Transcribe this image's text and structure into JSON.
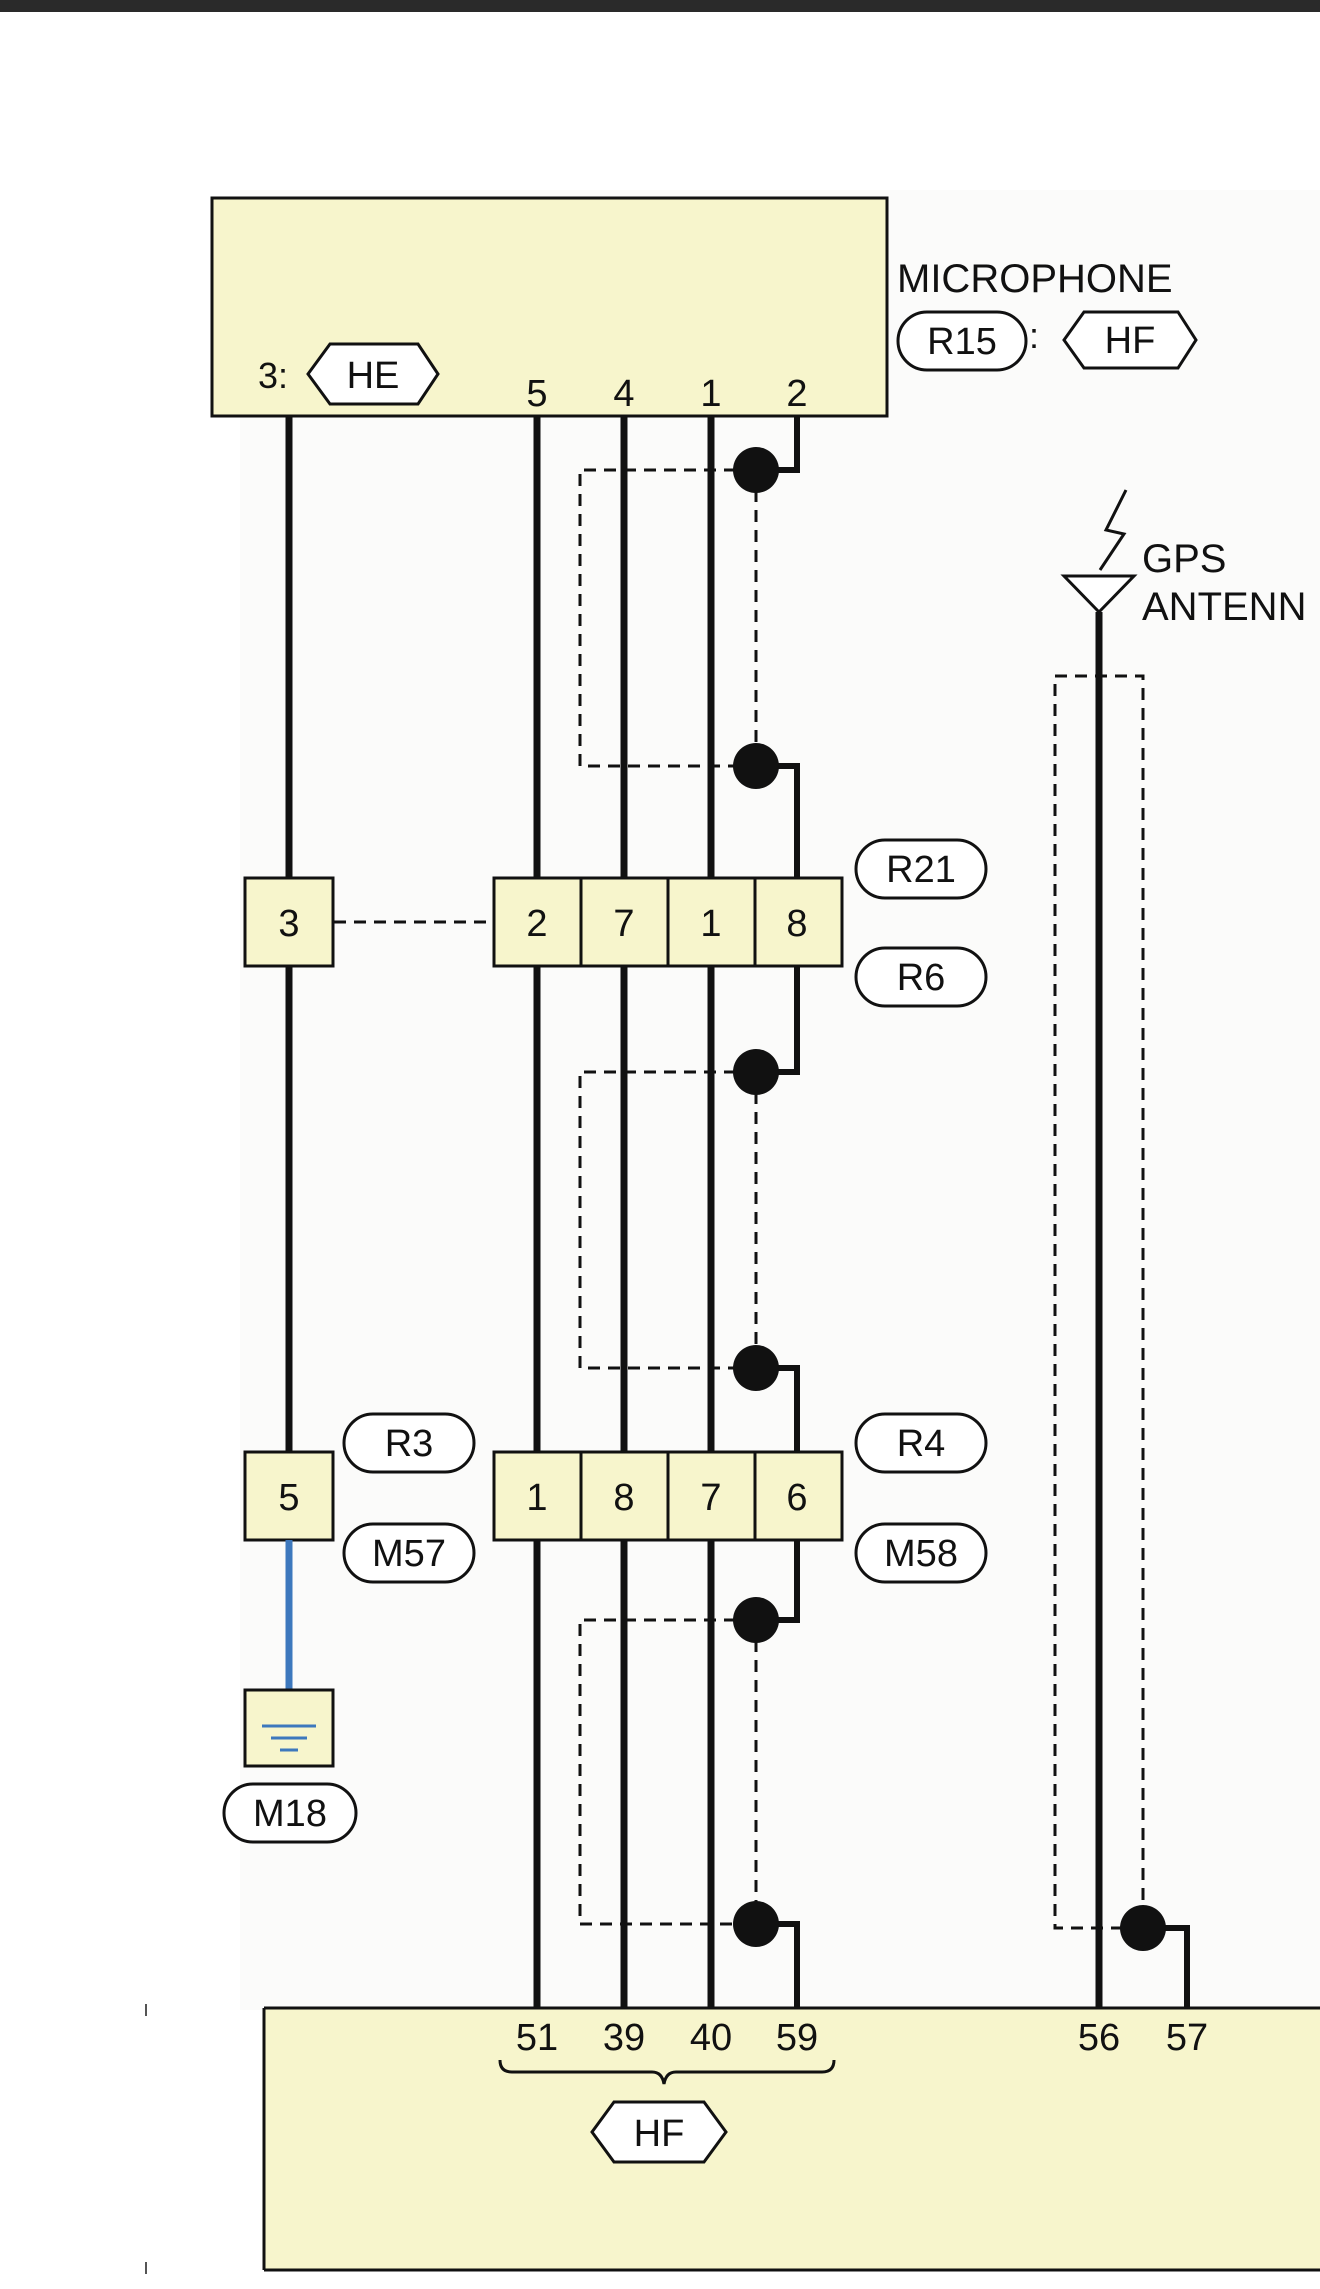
{
  "colors": {
    "component_fill": "#f7f5cc",
    "wire": "#111111",
    "ground_wire": "#3d78bd",
    "page": "#ffffff",
    "top_bar": "#2a2a2a"
  },
  "microphone": {
    "title": "MICROPHONE",
    "connector": "R15",
    "separator": ":",
    "harness": "HF",
    "ground_pin": "3:",
    "ground_harness": "HE",
    "pins": [
      "5",
      "4",
      "1",
      "2"
    ]
  },
  "gps": {
    "line1": "GPS",
    "line2": "ANTENN"
  },
  "ground_pins": {
    "upper": "3",
    "lower": "5"
  },
  "connector_row_1": {
    "pins": [
      "2",
      "7",
      "1",
      "8"
    ],
    "label_top": "R21",
    "label_bottom": "R6"
  },
  "connector_row_2": {
    "pins": [
      "1",
      "8",
      "7",
      "6"
    ],
    "label_top": "R4",
    "label_bottom": "M58",
    "ground_label_top": "R3",
    "ground_label_bottom": "M57"
  },
  "ground": {
    "label": "M18"
  },
  "unit": {
    "pins_main": [
      "51",
      "39",
      "40",
      "59"
    ],
    "harness": "HF",
    "pins_gps": [
      "56",
      "57"
    ]
  }
}
